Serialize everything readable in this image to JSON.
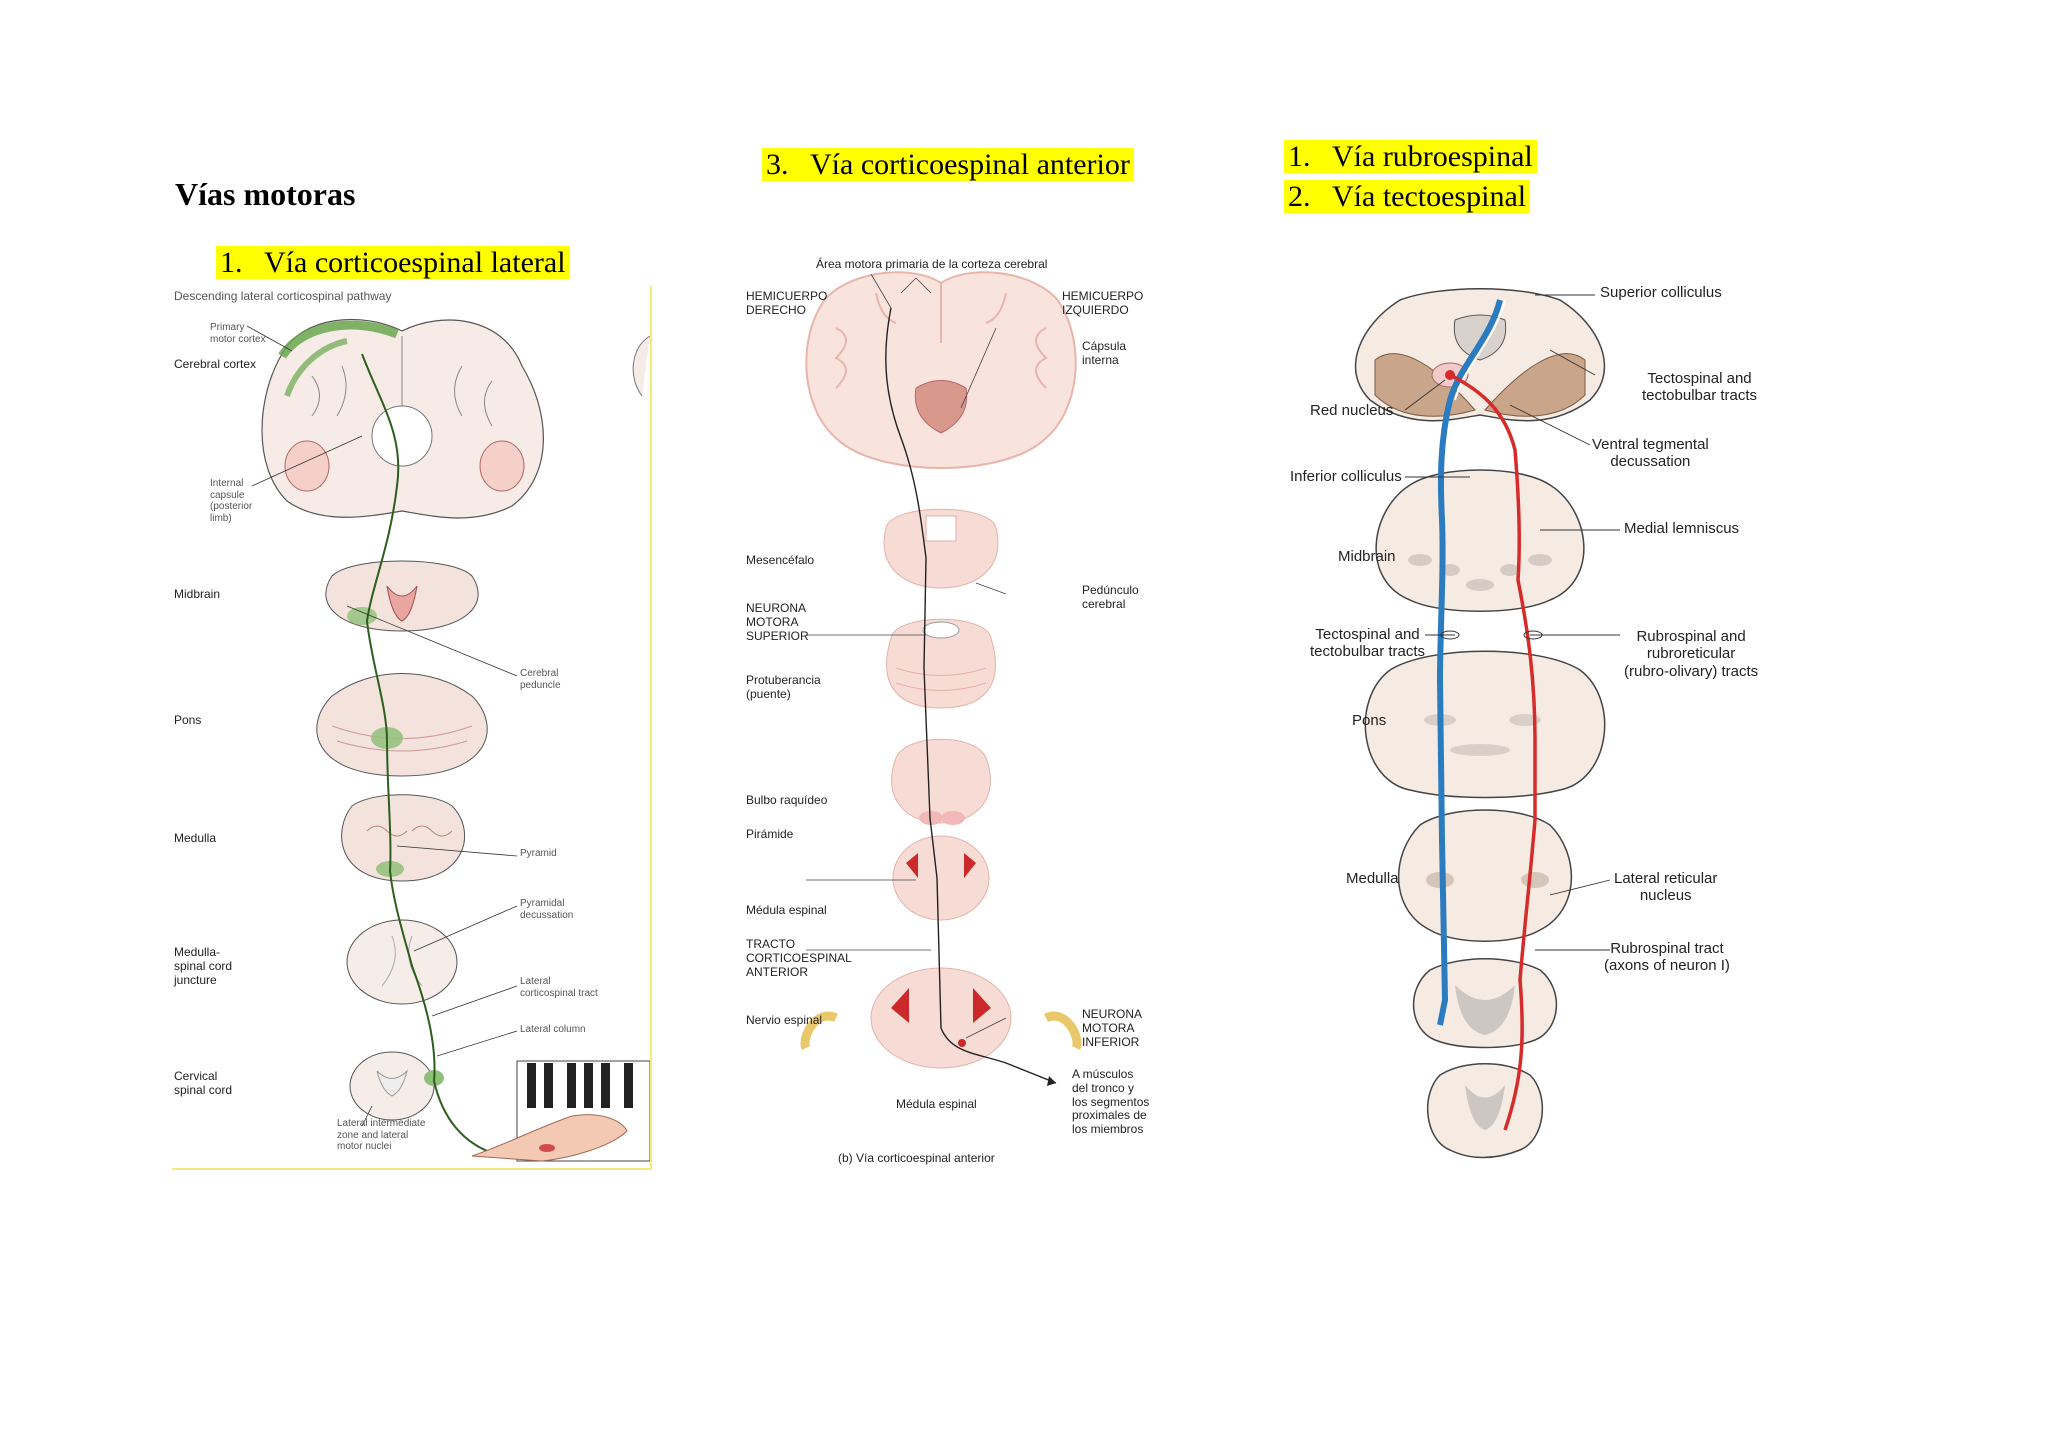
{
  "page": {
    "title": "Vías motoras"
  },
  "headings": {
    "h1": {
      "num": "1.",
      "text": "Vía corticoespinal lateral"
    },
    "h3": {
      "num": "3.",
      "text": "Vía corticoespinal anterior"
    },
    "h4a": {
      "num": "1.",
      "text": "Vía rubroespinal"
    },
    "h4b": {
      "num": "2.",
      "text": "Vía tectoespinal"
    }
  },
  "figure_lateral": {
    "caption": "Descending lateral corticospinal pathway",
    "labels": {
      "primary_motor": "Primary\nmotor cortex",
      "cerebral_cortex": "Cerebral cortex",
      "internal_capsule": "Internal\ncapsule\n(posterior\nlimb)",
      "midbrain": "Midbrain",
      "cerebral_peduncle": "Cerebral\npeduncle",
      "pons": "Pons",
      "medulla": "Medulla",
      "pyramid": "Pyramid",
      "pyramidal_decussation": "Pyramidal\ndecussation",
      "medulla_spinal": "Medulla-\nspinal cord\njuncture",
      "lateral_cst": "Lateral\ncorticospinal tract",
      "lateral_column": "Lateral column",
      "cervical": "Cervical\nspinal cord",
      "lateral_intermediate": "Lateral intermediate\nzone and lateral\nmotor nuclei"
    }
  },
  "figure_anterior": {
    "top": "Área motora primaria de la corteza cerebral",
    "hemi_der": "HEMICUERPO\nDERECHO",
    "hemi_izq": "HEMICUERPO\nIZQUIERDO",
    "capsula": "Cápsula\ninterna",
    "mesencefalo": "Mesencéfalo",
    "pedunculo": "Pedúnculo\ncerebral",
    "neurona_sup": "NEURONA\nMOTORA\nSUPERIOR",
    "protuberancia": "Protuberancia\n(puente)",
    "bulbo": "Bulbo raquídeo",
    "piramide": "Pirámide",
    "medula1": "Médula espinal",
    "tracto": "TRACTO\nCORTICOESPINAL\nANTERIOR",
    "nervio": "Nervio espinal",
    "neurona_inf": "NEURONA\nMOTORA\nINFERIOR",
    "musculos": "A músculos\ndel tronco y\nlos segmentos\nproximales de\nlos miembros",
    "medula2": "Médula espinal",
    "caption": "(b) Vía corticoespinal anterior"
  },
  "figure_rubro": {
    "superior_colliculus": "Superior colliculus",
    "tectospinal_top": "Tectospinal and\ntectobulbar tracts",
    "red_nucleus": "Red nucleus",
    "ventral_tegmental": "Ventral tegmental\ndecussation",
    "inferior_colliculus": "Inferior colliculus",
    "medial_lemniscus": "Medial lemniscus",
    "midbrain": "Midbrain",
    "tectospinal_mid": "Tectospinal and\ntectobulbar tracts",
    "rubrospinal_mid": "Rubrospinal and\nrubroreticular\n(rubro-olivary) tracts",
    "pons": "Pons",
    "medulla": "Medulla",
    "lateral_reticular": "Lateral reticular\nnucleus",
    "rubrospinal_tract": "Rubrospinal tract\n(axons of neuron I)"
  },
  "colors": {
    "highlight": "#ffff00",
    "green_tract": "#6aa84f",
    "red_tract": "#d62b2b",
    "blue_tract": "#2b7bc0",
    "tissue": "#f1d9d0"
  }
}
